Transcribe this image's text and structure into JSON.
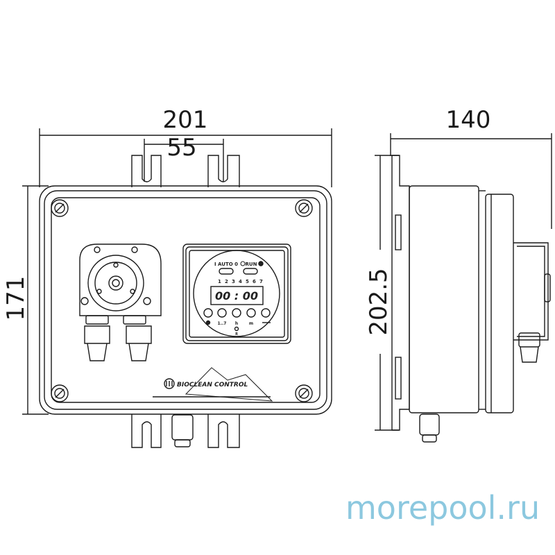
{
  "dimensions": {
    "width": "201",
    "mount_spacing": "55",
    "height": "171",
    "depth": "140",
    "side_height": "202.5"
  },
  "timer": {
    "mode_label": "I AUTO 0",
    "run_label": "RUN",
    "days": [
      "1",
      "2",
      "3",
      "4",
      "5",
      "6",
      "7"
    ],
    "display": "00 : 00",
    "button_labels": [
      "1..7",
      "h",
      "m"
    ],
    "r_label": "R"
  },
  "logo": {
    "text": "BIOCLEAN CONTROL"
  },
  "watermark": "morepool.ru",
  "colors": {
    "line": "#1a1a1a",
    "watermark": "#8cc8df"
  }
}
